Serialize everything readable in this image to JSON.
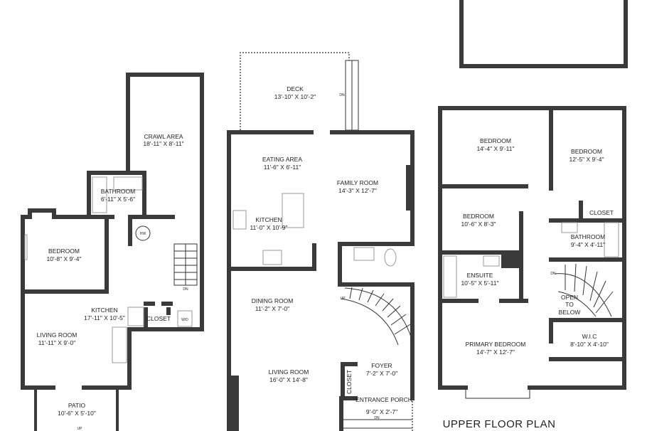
{
  "lower_plan": {
    "rooms": [
      {
        "name": "CRAWL AREA",
        "size": "18'-11\" X 8'-11\""
      },
      {
        "name": "BATHROOM",
        "size": "6'-11\" X 5'-6\""
      },
      {
        "name": "BEDROOM",
        "size": "10'-8\" X 9'-4\""
      },
      {
        "name": "KITCHEN",
        "size": "17'-11\" X 10'-5\""
      },
      {
        "name": "LIVING ROOM",
        "size": "11'-11\" X 9'-0\""
      },
      {
        "name": "PATIO",
        "size": "10'-6\" X 5'-10\""
      }
    ],
    "closet": "CLOSET",
    "water_heater": "HW",
    "washer_dryer": "W/D",
    "stair_dn": "DN",
    "patio_up": "UP"
  },
  "main_plan": {
    "rooms": [
      {
        "name": "DECK",
        "size": "13'-10\" X 10'-2\""
      },
      {
        "name": "EATING AREA",
        "size": "11'-6\" X 6'-11\""
      },
      {
        "name": "FAMILY ROOM",
        "size": "14'-3\" X 12'-7\""
      },
      {
        "name": "KITCHEN",
        "size": "11'-0\" X 10'-9\""
      },
      {
        "name": "DINING ROOM",
        "size": "11'-2\" X 7'-0\""
      },
      {
        "name": "LIVING ROOM",
        "size": "16'-0\" X 14'-8\""
      },
      {
        "name": "FOYER",
        "size": "7'-2\" X 7'-0\""
      },
      {
        "name": "ENTRANCE PORCH",
        "size": "9'-0\" X 2'-7\""
      }
    ],
    "closet": "CLOSET",
    "deck_dn": "DN",
    "stair_up": "UP",
    "porch_dn": "DN"
  },
  "upper_plan": {
    "title": "UPPER FLOOR PLAN",
    "rooms": [
      {
        "name": "BEDROOM",
        "size": "14'-4\" X 9'-11\""
      },
      {
        "name": "BEDROOM",
        "size": "12'-5\" X 9'-4\""
      },
      {
        "name": "BEDROOM",
        "size": "10'-6\" X 8'-3\""
      },
      {
        "name": "BATHROOM",
        "size": "9'-4\" X 4'-11\""
      },
      {
        "name": "ENSUITE",
        "size": "10'-5\" X 5'-11\""
      },
      {
        "name": "PRIMARY BEDROOM",
        "size": "14'-7\" X 12'-7\""
      },
      {
        "name": "W.I.C",
        "size": "8'-10\" X 4'-10\""
      }
    ],
    "closet": "CLOSET",
    "open_to_below": [
      "OPEN",
      "TO",
      "BELOW"
    ],
    "stair_dn": "DN"
  },
  "colors": {
    "wall": "#3a3a3a",
    "background": "#ffffff"
  }
}
